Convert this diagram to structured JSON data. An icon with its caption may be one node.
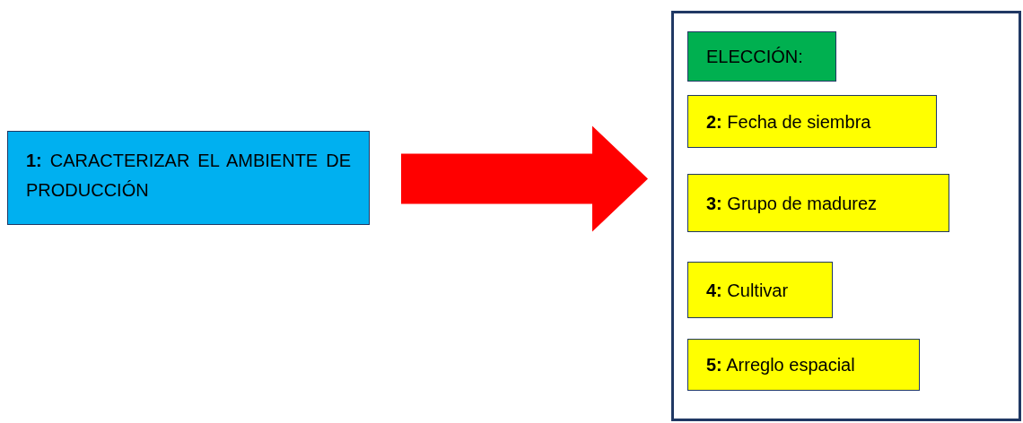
{
  "diagram": {
    "nodes": [
      {
        "text": [
          "**1:** CARACTERIZAR EL AMBIENTE DE PRODUCCIÓN"
        ]
      },
      {
        "text": [],
        "shape": "box"
      },
      {
        "text": [
          "ELECCIÓN:"
        ],
        "in": 1
      },
      {
        "text": [
          "**2:** Fecha de siembra"
        ],
        "in": 1
      },
      {
        "text": [
          "**3:** Grupo de madurez"
        ],
        "in": 1
      },
      {
        "text": [
          "**4:** Cultivar"
        ],
        "in": 1
      },
      {
        "text": [
          "**5:** Arreglo espacial"
        ],
        "in": 1
      }
    ],
    "edges": [
      {
        "from": 0,
        "to": 1,
        "arrow": "to",
        "style": "thick"
      }
    ]
  }
}
